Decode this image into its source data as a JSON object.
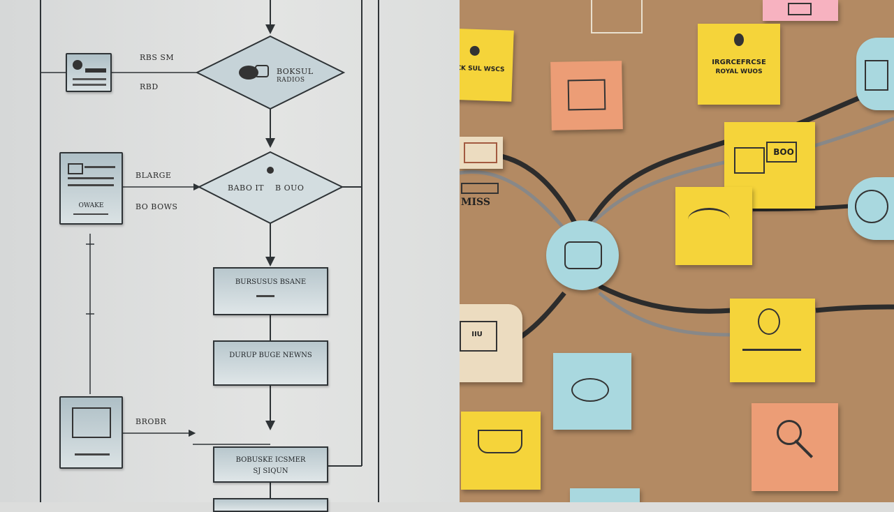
{
  "flowchart": {
    "decision1": {
      "label1": "BOKSUL",
      "label2": "RADIOS"
    },
    "decision2": {
      "label1": "BABO IT",
      "label2": "B OUO"
    },
    "side_label_1": "RBS SM",
    "side_label_2": "RBD",
    "side_label_3": "BLARGE",
    "side_label_4": "BO BOWS",
    "side_label_5": "BROBR",
    "side_box_2_label": "OWAKE",
    "process1": {
      "title": "BURSUSUS BSANE"
    },
    "process2": {
      "title": "DURUP BUGE NEWNS"
    },
    "process3": {
      "title1": "BOBUSKE ICSMER",
      "title2": "SJ SIQUN"
    }
  },
  "board": {
    "note_top_left": "BICK SUL WSCS",
    "note_top_right_line1": "IRGRCEFRCSE",
    "note_top_right_line2": "ROYAL WUOS",
    "note_mid_yellow": "BOO",
    "note_left_sketch": "MISS",
    "note_bottom_center": "IIU"
  },
  "colors": {
    "board": "#b38a63",
    "sticky_yellow": "#f5d43a",
    "sticky_peach": "#ec9d76",
    "sticky_blue": "#a9d8df",
    "sticky_pink": "#f7b2c0",
    "box_fill": "#c7d3d8",
    "line": "#2e3336"
  }
}
